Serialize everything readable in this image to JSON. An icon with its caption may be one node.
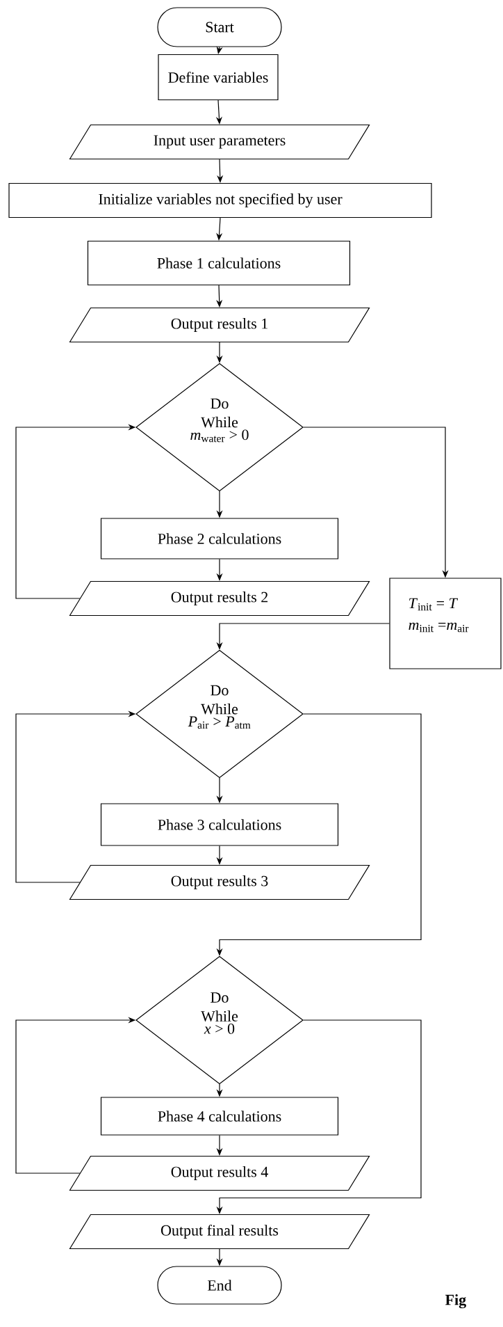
{
  "diagram": {
    "nodes": [
      {
        "text": [
          "Start"
        ]
      },
      {
        "text": [
          "Define variables"
        ]
      },
      {
        "text": [
          "Input user parameters"
        ]
      },
      {
        "text": [
          "Initialize variables not specified by user"
        ]
      },
      {
        "text": [
          "Phase 1 calculations"
        ]
      },
      {
        "text": [
          "Output results 1"
        ]
      },
      {
        "text": [
          "Do While",
          "*m*$_{water}$ > 0"
        ]
      },
      {
        "text": [
          "Phase 2 calculations"
        ]
      },
      {
        "text": [
          "Output results 2"
        ]
      },
      {
        "text": [
          "*T*$_{init}$ = *T*",
          "*m*$_{init}$ =*m*$_{air}$"
        ]
      },
      {
        "text": [
          "Do While",
          "*P*$_{air}$ > *P*$_{atm}$"
        ]
      },
      {
        "text": [
          "Phase 3 calculations"
        ]
      },
      {
        "text": [
          "Output results 3"
        ]
      },
      {
        "text": [
          "Do While",
          "*x* > 0"
        ]
      },
      {
        "text": [
          "Phase 4 calculations"
        ]
      },
      {
        "text": [
          "Output results 4"
        ]
      },
      {
        "text": [
          "Output final results"
        ]
      },
      {
        "text": [
          "End"
        ]
      }
    ],
    "edges": [
      {
        "from": 0,
        "to": 1,
        "arrow": "to"
      },
      {
        "from": 1,
        "to": 2,
        "arrow": "to"
      },
      {
        "from": 2,
        "to": 3,
        "arrow": "to"
      },
      {
        "from": 3,
        "to": 4,
        "arrow": "to"
      },
      {
        "from": 4,
        "to": 5,
        "arrow": "to"
      },
      {
        "from": 5,
        "to": 6,
        "arrow": "to"
      },
      {
        "from": 6,
        "to": 7,
        "arrow": "to"
      },
      {
        "from": 7,
        "to": 8,
        "arrow": "to"
      },
      {
        "from": 8,
        "to": 6,
        "arrow": "to"
      },
      {
        "from": 6,
        "to": 9,
        "arrow": "to"
      },
      {
        "from": 9,
        "to": 10,
        "arrow": "to"
      },
      {
        "from": 10,
        "to": 11,
        "arrow": "to"
      },
      {
        "from": 11,
        "to": 12,
        "arrow": "to"
      },
      {
        "from": 12,
        "to": 10,
        "arrow": "to"
      },
      {
        "from": 10,
        "to": 13,
        "arrow": "to"
      },
      {
        "from": 13,
        "to": 14,
        "arrow": "to"
      },
      {
        "from": 14,
        "to": 15,
        "arrow": "to"
      },
      {
        "from": 15,
        "to": 13,
        "arrow": "to"
      },
      {
        "from": 13,
        "to": 16,
        "arrow": "to"
      },
      {
        "from": 16,
        "to": 17,
        "arrow": "to"
      }
    ],
    "labels": [
      "Fig"
    ]
  }
}
